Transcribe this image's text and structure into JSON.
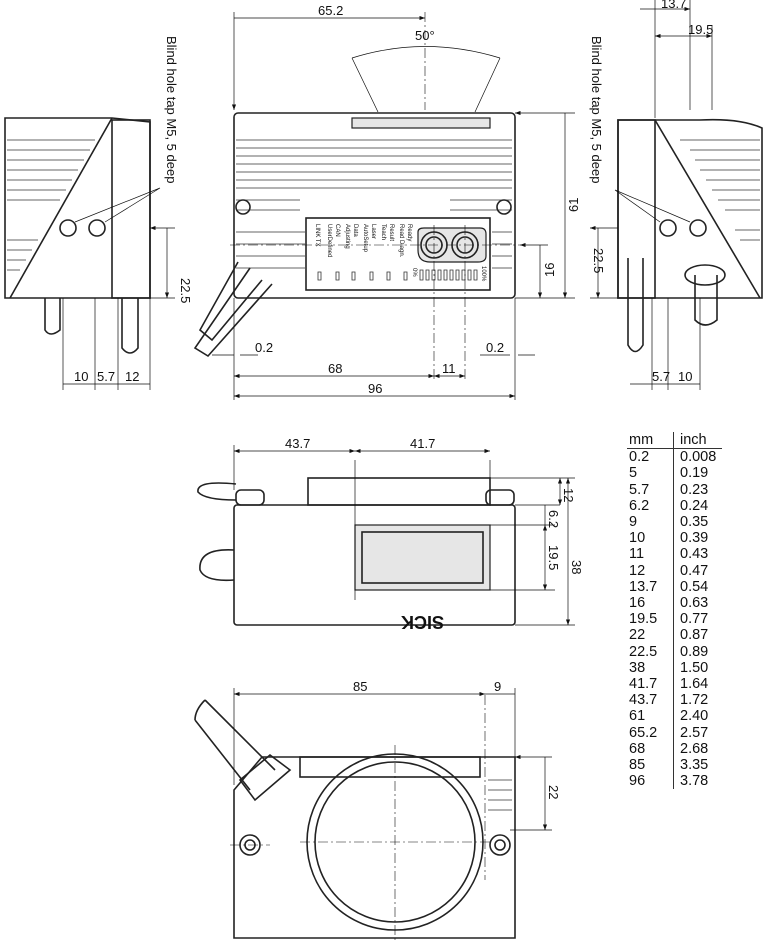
{
  "front_view": {
    "angle_label": "50°",
    "dims": {
      "width_to_center": "65.2",
      "height": "61",
      "led_height": "16",
      "gap_left": "0.2",
      "to_optic": "68",
      "optic_spacing": "11",
      "gap_right": "0.2",
      "total_width": "96"
    },
    "panel_labels": [
      {
        "main": "Ready",
        "sub": "Read Diagn."
      },
      {
        "main": "Result",
        "sub": "Teach"
      },
      {
        "main": "Laser",
        "sub": "AutoSetup"
      },
      {
        "main": "Data",
        "sub": "Adjusting"
      },
      {
        "main": "CAN",
        "sub": "UserDefined"
      },
      {
        "main": "LINK TX",
        "sub": ""
      }
    ],
    "bar_min": "0%",
    "bar_max": "100%"
  },
  "left_view": {
    "note": "Blind hole tap M5, 5 deep",
    "dims": {
      "hole_height": "22.5",
      "d1": "10",
      "d2": "5.7",
      "d3": "12"
    }
  },
  "right_view": {
    "note": "Blind hole tap M5, 5 deep",
    "dims": {
      "top1": "13.7",
      "top2": "19.5",
      "hole_height": "22.5",
      "d1": "5.7",
      "d2": "10"
    }
  },
  "top_view": {
    "brand": "SICK",
    "dims": {
      "left": "43.7",
      "window": "41.7",
      "top_h": "12",
      "offset": "6.2",
      "window_h": "19.5",
      "depth": "38"
    }
  },
  "bottom_view": {
    "dims": {
      "length": "85",
      "edge": "9",
      "hole": "22"
    }
  },
  "conversion_table": {
    "headers": [
      "mm",
      "inch"
    ],
    "rows": [
      [
        "0.2",
        "0.008"
      ],
      [
        "5",
        "0.19"
      ],
      [
        "5.7",
        "0.23"
      ],
      [
        "6.2",
        "0.24"
      ],
      [
        "9",
        "0.35"
      ],
      [
        "10",
        "0.39"
      ],
      [
        "11",
        "0.43"
      ],
      [
        "12",
        "0.47"
      ],
      [
        "13.7",
        "0.54"
      ],
      [
        "16",
        "0.63"
      ],
      [
        "19.5",
        "0.77"
      ],
      [
        "22",
        "0.87"
      ],
      [
        "22.5",
        "0.89"
      ],
      [
        "38",
        "1.50"
      ],
      [
        "41.7",
        "1.64"
      ],
      [
        "43.7",
        "1.72"
      ],
      [
        "61",
        "2.40"
      ],
      [
        "65.2",
        "2.57"
      ],
      [
        "68",
        "2.68"
      ],
      [
        "85",
        "3.35"
      ],
      [
        "96",
        "3.78"
      ]
    ]
  }
}
